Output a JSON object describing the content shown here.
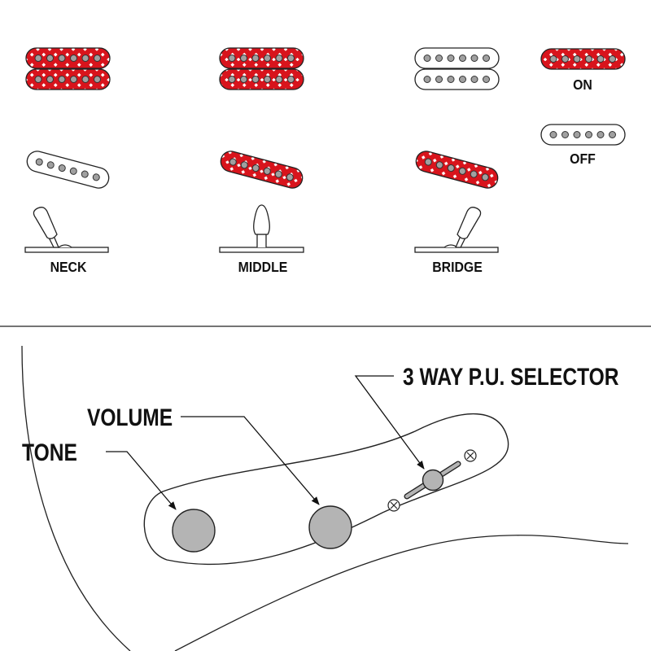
{
  "positions": {
    "neck": {
      "label": "NECK",
      "humbucker_on": true,
      "single_on": false,
      "lever": "left"
    },
    "middle": {
      "label": "MIDDLE",
      "humbucker_on": true,
      "single_on": true,
      "lever": "center"
    },
    "bridge": {
      "label": "BRIDGE",
      "humbucker_on": false,
      "single_on": true,
      "lever": "right"
    }
  },
  "legend": {
    "on_label": "ON",
    "off_label": "OFF"
  },
  "controls": {
    "selector_label": "3 WAY P.U. SELECTOR",
    "volume_label": "VOLUME",
    "tone_label": "TONE"
  },
  "colors": {
    "on": "#d8141c",
    "off": "#ffffff",
    "knob": "#b4b4b4",
    "pole": "#a0a0a0",
    "line": "#1a1a1a"
  }
}
